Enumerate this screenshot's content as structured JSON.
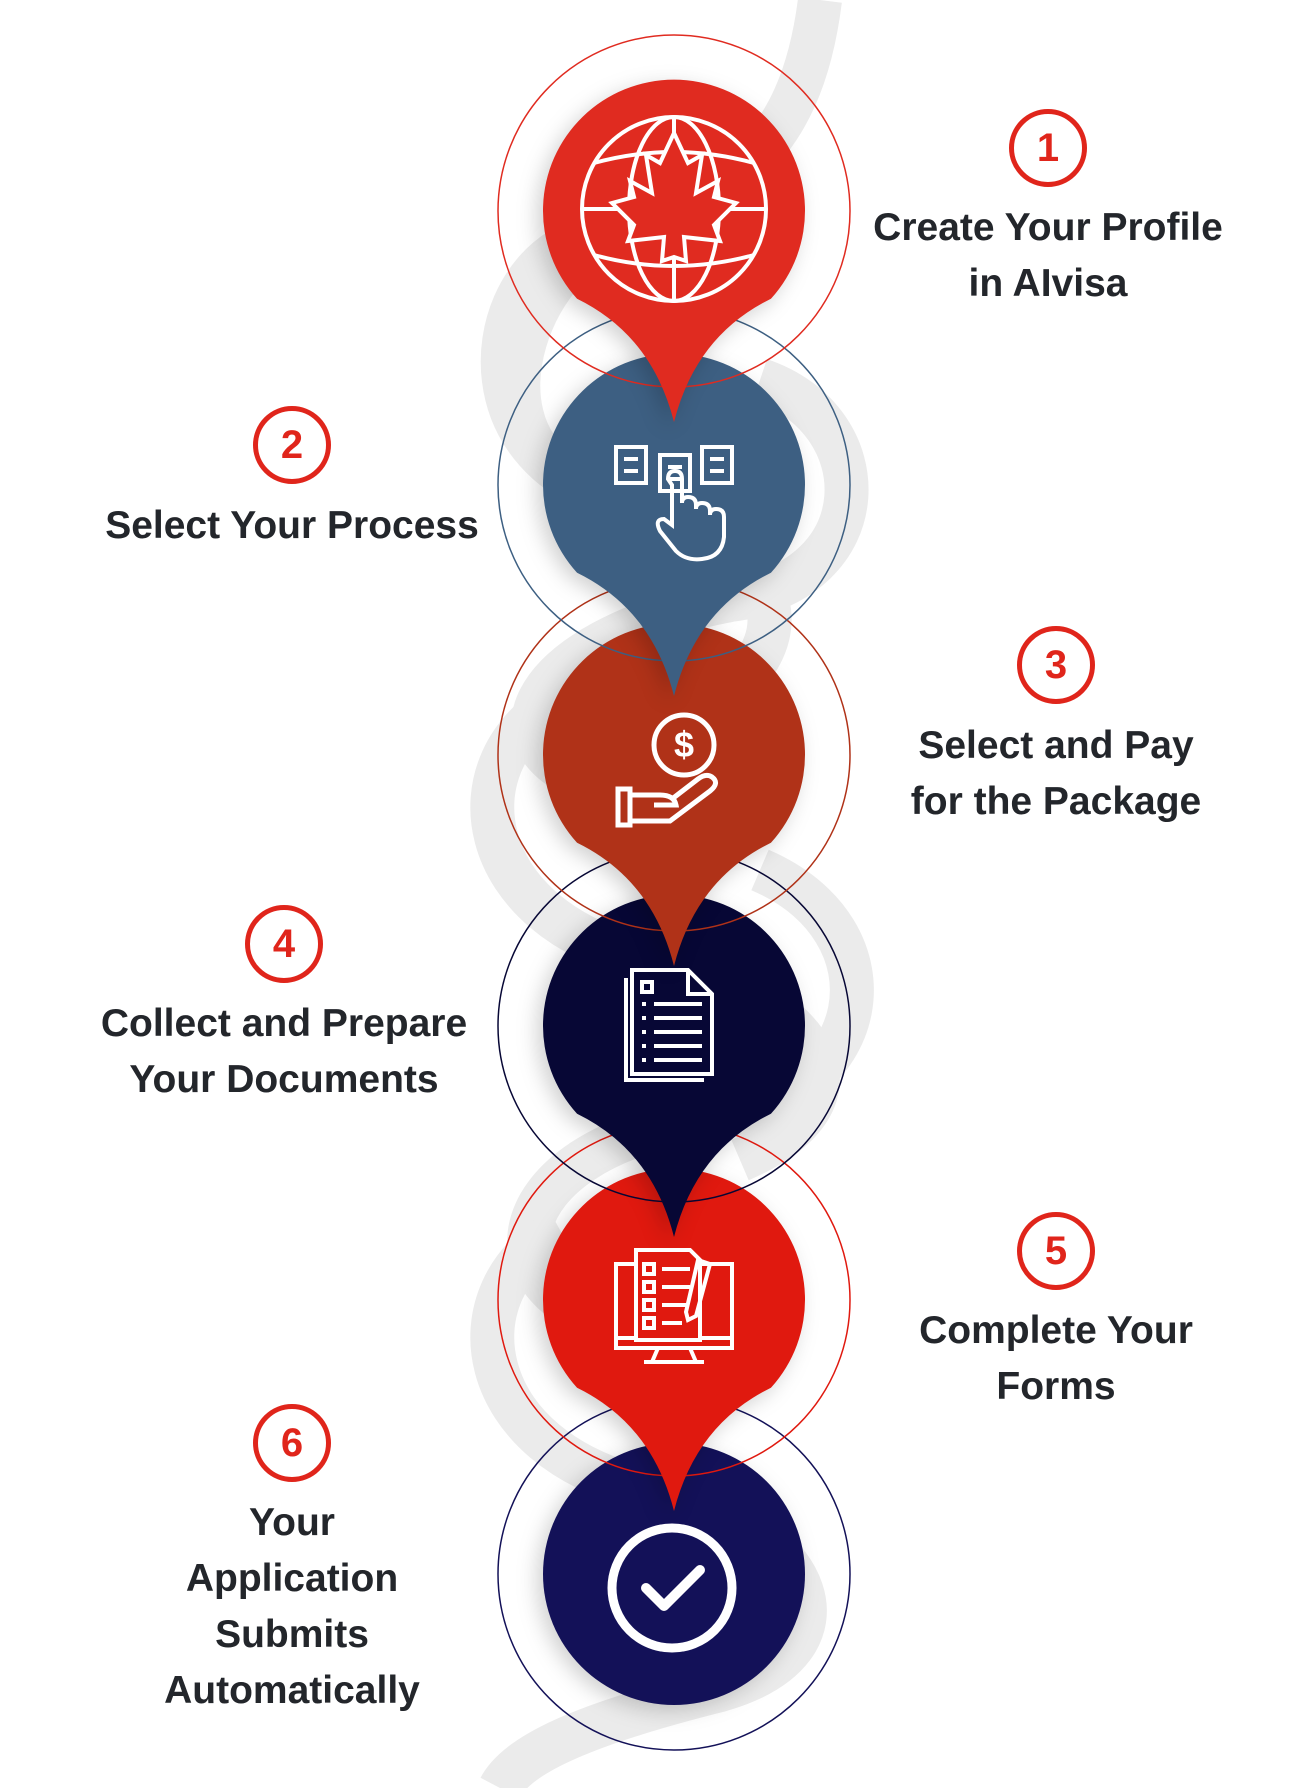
{
  "steps": [
    {
      "number": "1",
      "label": "Create Your Profile in AIvisa",
      "icon": "canada-globe-icon",
      "color": "#e02b20"
    },
    {
      "number": "2",
      "label": "Select Your Process",
      "icon": "select-process-icon",
      "color": "#3d5f82"
    },
    {
      "number": "3",
      "label": "Select and Pay for the Package",
      "icon": "payment-hand-icon",
      "color": "#b03218"
    },
    {
      "number": "4",
      "label": "Collect and Prepare Your Documents",
      "icon": "documents-icon",
      "color": "#070735"
    },
    {
      "number": "5",
      "label": "Complete Your Forms",
      "icon": "forms-monitor-icon",
      "color": "#e0190f"
    },
    {
      "number": "6",
      "label": "Your Application Submits Automatically",
      "icon": "check-circle-icon",
      "color": "#131158"
    }
  ]
}
